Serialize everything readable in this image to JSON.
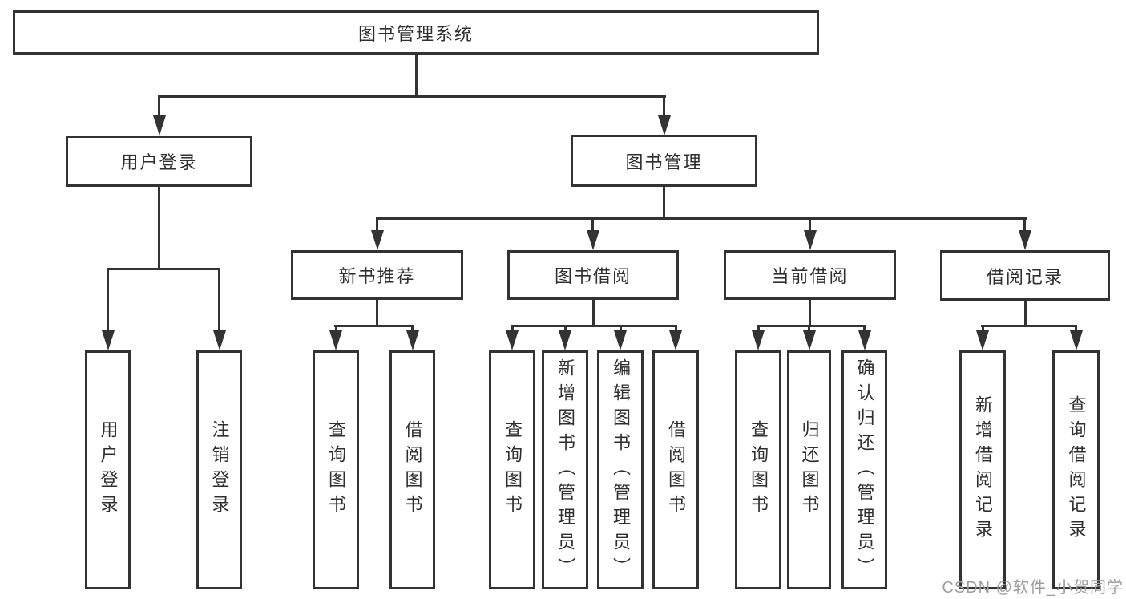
{
  "diagram": {
    "root": {
      "label": "图书管理系统"
    },
    "branches": [
      {
        "label": "用户登录",
        "children": [
          {
            "label": "用户登录"
          },
          {
            "label": "注销登录"
          }
        ]
      },
      {
        "label": "图书管理",
        "children": [
          {
            "label": "新书推荐",
            "children": [
              {
                "label": "查询图书"
              },
              {
                "label": "借阅图书"
              }
            ]
          },
          {
            "label": "图书借阅",
            "children": [
              {
                "label": "查询图书"
              },
              {
                "label": "新增图书（管理员）"
              },
              {
                "label": "编辑图书（管理员）"
              },
              {
                "label": "借阅图书"
              }
            ]
          },
          {
            "label": "当前借阅",
            "children": [
              {
                "label": "查询图书"
              },
              {
                "label": "归还图书"
              },
              {
                "label": "确认归还（管理员）"
              }
            ]
          },
          {
            "label": "借阅记录",
            "children": [
              {
                "label": "新增借阅记录"
              },
              {
                "label": "查询借阅记录"
              }
            ]
          }
        ]
      }
    ]
  },
  "watermark": {
    "text": "CSDN @软件_小贺同学"
  },
  "colors": {
    "line": "#333333",
    "text": "#2f2f2f",
    "background": "#ffffff",
    "watermark": "#9d9d9d"
  }
}
